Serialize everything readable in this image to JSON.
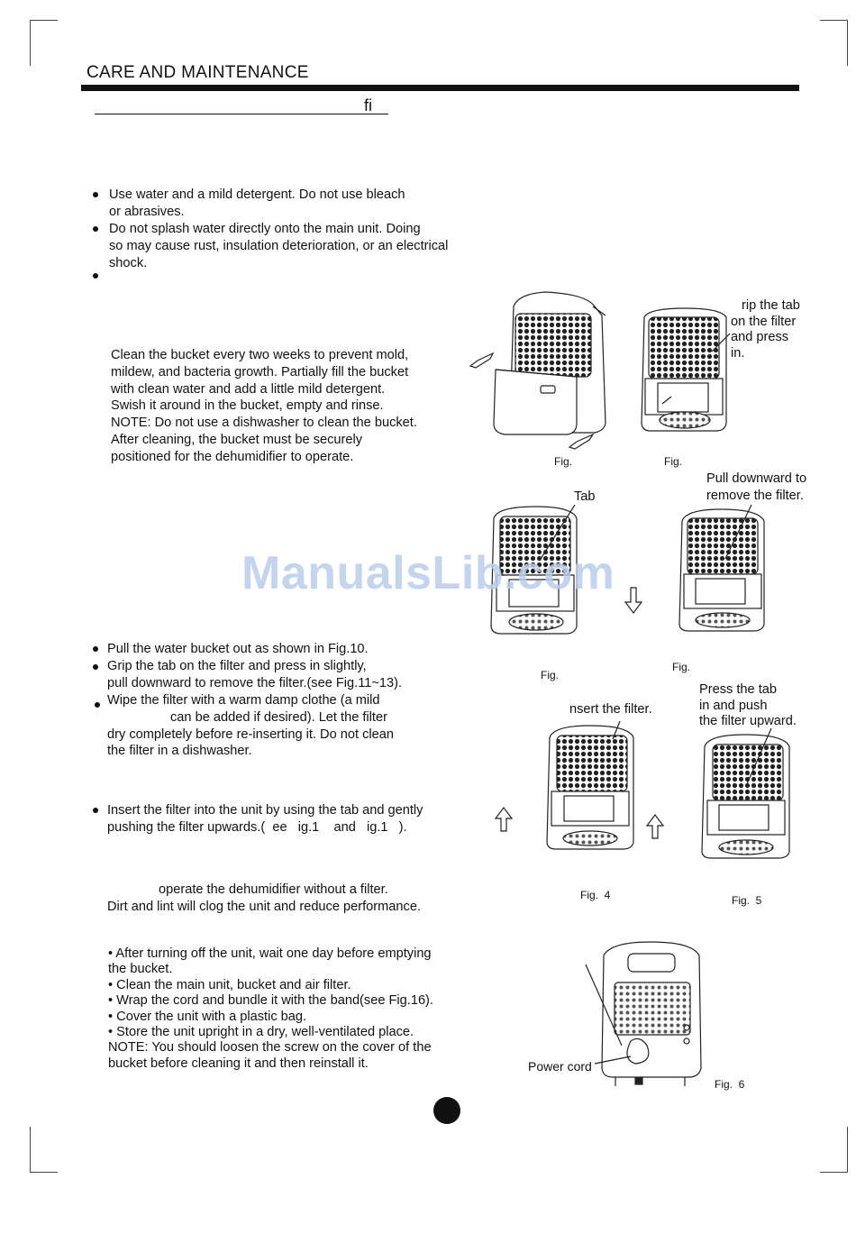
{
  "header": {
    "title": "CARE AND MAINTENANCE",
    "subheading_fragment": "ﬁ"
  },
  "cleaning_cabinet": {
    "bullets": [
      [
        "Use water and a mild detergent. Do not use bleach",
        "or abrasives."
      ],
      [
        "Do not splash water directly onto the main unit. Doing",
        "so may cause rust, insulation deterioration, or an electrical",
        "shock."
      ],
      [
        ""
      ]
    ]
  },
  "bucket": {
    "lines": [
      "Clean the bucket every two weeks to prevent mold,",
      "mildew, and bacteria growth. Partially fill the bucket",
      "with clean water and add a little mild detergent.",
      "Swish it around in the bucket, empty and rinse.",
      "NOTE: Do not use a dishwasher to clean the bucket.",
      "After cleaning, the bucket must be securely",
      "positioned for the dehumidifier to operate."
    ]
  },
  "filter": {
    "bullets": [
      [
        "Pull the water bucket out as shown in Fig.10."
      ],
      [
        "Grip the tab on the filter and press in slightly,",
        "pull downward to remove the filter.(see Fig.11~13)."
      ],
      [
        "Wipe the filter with a warm damp clothe (a mild",
        "can be added if desired). Let the filter",
        "dry completely before re-inserting it. Do not clean",
        "the filter in a dishwasher."
      ]
    ],
    "insert": [
      "Insert the filter into the unit by using the tab and gently",
      "pushing the filter upwards.(  ee   ig.1    and   ig.1   )."
    ],
    "warning": [
      "operate the dehumidifier without a filter.",
      "Dirt and lint will clog the unit and reduce performance."
    ]
  },
  "storage": {
    "lines": [
      "• After turning off the unit, wait one day before emptying",
      "the bucket.",
      "• Clean the main unit, bucket and air filter.",
      "• Wrap the cord and bundle it with the band(see Fig.16).",
      "• Cover the unit with a plastic bag.",
      "• Store the unit upright in a dry, well-ventilated place.",
      "NOTE: You should loosen the screw on the cover of the",
      "bucket before cleaning it and then reinstall it."
    ]
  },
  "figures": {
    "fig10_caption": "Fig.",
    "fig11_caption": "Fig.",
    "fig11_label": [
      "rip the tab",
      "on the filter",
      "and press",
      "in."
    ],
    "fig12_caption": "Fig.",
    "fig12_label": "Tab",
    "fig13_caption": "Fig.",
    "fig13_label": [
      "Pull downward to",
      "remove the filter."
    ],
    "fig14_caption": "Fig.  4",
    "fig14_label": "nsert the filter.",
    "fig15_caption": "Fig.  5",
    "fig15_label": [
      "Press the tab",
      "in and push",
      "the filter upward."
    ],
    "fig16_caption": "Fig.  6",
    "fig16_label": "Power cord"
  },
  "watermark": "ManualsLib.com"
}
